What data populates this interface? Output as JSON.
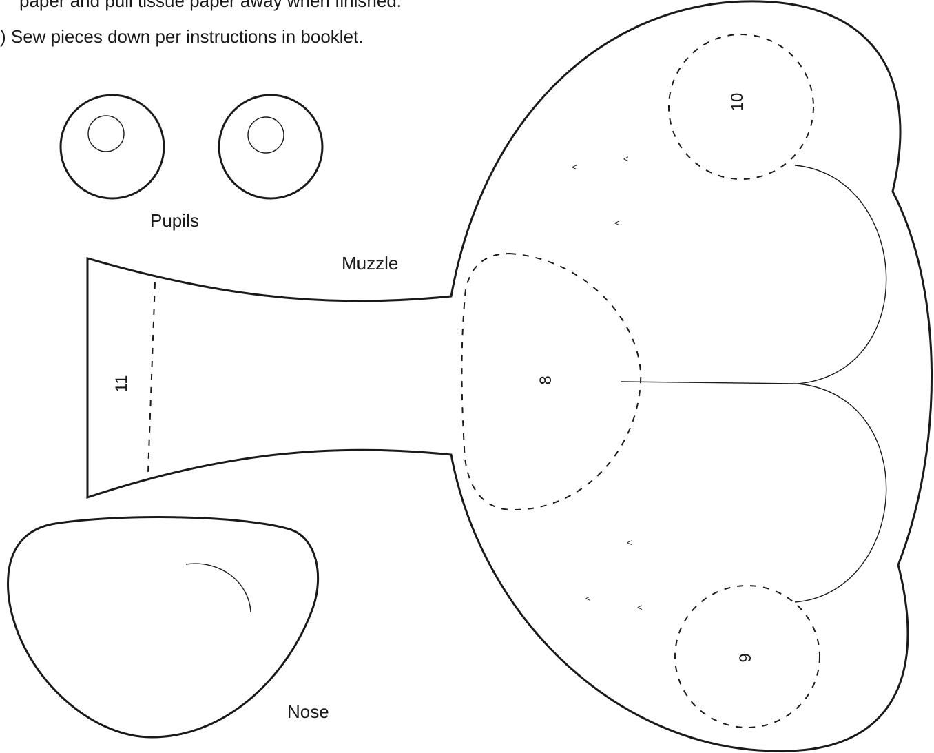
{
  "instructions": {
    "cut_partial": "paper and pull tissue paper away when finished.",
    "sew": ") Sew pieces down per instructions in booklet."
  },
  "pieces": {
    "pupils_label": "Pupils",
    "muzzle_label": "Muzzle",
    "nose_label": "Nose",
    "muzzle_tab_number": "11",
    "muzzle_center_number": "8",
    "upper_cheek_number": "10",
    "lower_cheek_number": "9",
    "whisker_mark": "<"
  },
  "colors": {
    "line": "#1a1a1a",
    "paper": "#ffffff"
  }
}
